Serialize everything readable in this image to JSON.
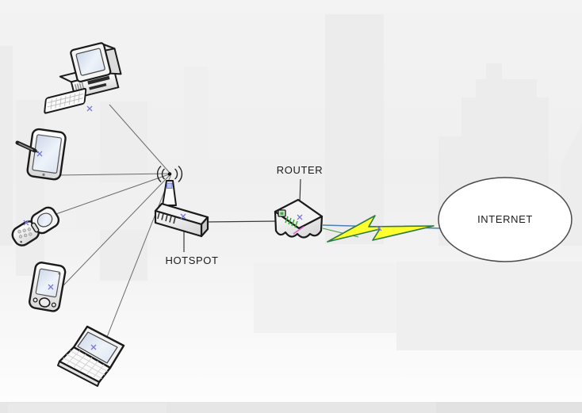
{
  "diagram": {
    "type": "wireless-network-diagram",
    "labels": {
      "router": "ROUTER",
      "hotspot": "HOTSPOT",
      "internet": "INTERNET"
    },
    "nodes": [
      {
        "name": "desktop-computer",
        "connects_to": "hotspot",
        "link": "wireless"
      },
      {
        "name": "tablet",
        "connects_to": "hotspot",
        "link": "wireless"
      },
      {
        "name": "mobile-phone",
        "connects_to": "hotspot",
        "link": "wireless"
      },
      {
        "name": "handheld-pda",
        "connects_to": "hotspot",
        "link": "wireless"
      },
      {
        "name": "laptop",
        "connects_to": "hotspot",
        "link": "wireless"
      },
      {
        "name": "hotspot",
        "label": "HOTSPOT",
        "connects_to": "router",
        "link": "wired"
      },
      {
        "name": "router",
        "label": "ROUTER",
        "connects_to": "internet",
        "link": "lightning-bolt"
      },
      {
        "name": "internet",
        "label": "INTERNET",
        "shape": "ellipse"
      }
    ],
    "colors": {
      "bolt_fill": "#ffff2e",
      "bolt_stroke": "#2d7a46",
      "wan_link_blue": "#4b7fb5",
      "wan_link_green": "#3f9b4c",
      "connection_line": "#6b6b6b",
      "marker_blue": "#7878d8",
      "device_outline": "#1a1a1a"
    }
  }
}
